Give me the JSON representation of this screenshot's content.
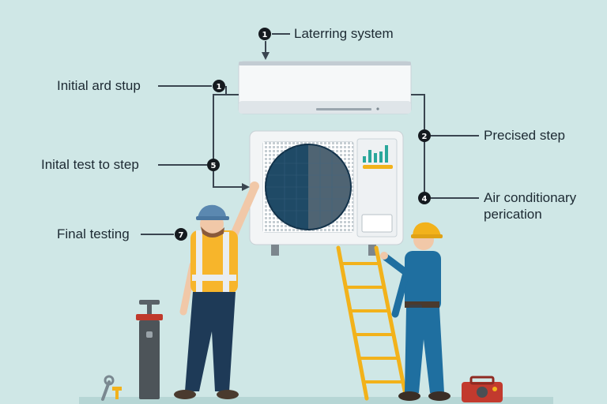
{
  "labels": {
    "top": "Laterring system",
    "left1": "Initial ard stup",
    "left2": "Inital test to step",
    "left3": "Final testing",
    "right1": "Precised step",
    "right2_line1": "Air conditionary",
    "right2_line2": "perication"
  },
  "badges": {
    "top": "1",
    "left1": "1",
    "left2": "5",
    "left3": "7",
    "right1": "2",
    "right2": "4"
  },
  "colors": {
    "background": "#cfe7e6",
    "line": "#3a4550",
    "badge": "#151a1f",
    "vest": "#f7b52b",
    "helmet_left": "#5b88b0",
    "helmet_right": "#f2b21b",
    "ladder": "#f2b21b",
    "fan": "#1f4a66",
    "display_bars": "#2aa79b"
  },
  "icons": [
    "arrow-down-icon",
    "arrow-right-icon",
    "fan-grille-icon",
    "bar-chart-icon"
  ]
}
